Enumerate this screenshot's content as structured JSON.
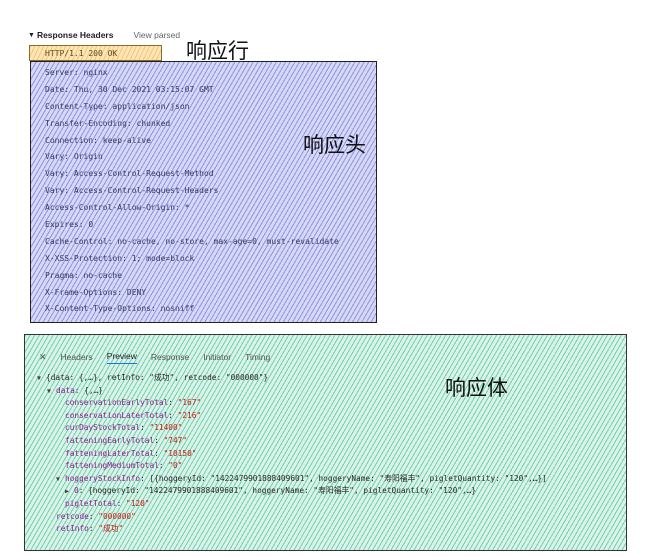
{
  "response_headers": {
    "title": "Response Headers",
    "view_parsed": "View parsed",
    "status_line": "HTTP/1.1 200 OK",
    "lines": [
      "Server: nginx",
      "Date: Thu, 30 Dec 2021 03:15:07 GMT",
      "Content-Type: application/json",
      "Transfer-Encoding: chunked",
      "Connection: keep-alive",
      "Vary: Origin",
      "Vary: Access-Control-Request-Method",
      "Vary: Access-Control-Request-Headers",
      "Access-Control-Allow-Origin: *",
      "Expires: 0",
      "Cache-Control: no-cache, no-store, max-age=0, must-revalidate",
      "X-XSS-Protection: 1; mode=block",
      "Pragma: no-cache",
      "X-Frame-Options: DENY",
      "X-Content-Type-Options: nosniff"
    ]
  },
  "annotations": {
    "status_line": "响应行",
    "headers": "响应头",
    "body": "响应体"
  },
  "preview": {
    "tabs": [
      "Headers",
      "Preview",
      "Response",
      "Initiator",
      "Timing"
    ],
    "json": {
      "root": "{data: {,…}, retInfo: \"成功\", retcode: \"000000\"}",
      "data_key": "data",
      "data_val": "{,…}",
      "fields": [
        {
          "key": "conservationEarlyTotal",
          "value": "\"167\""
        },
        {
          "key": "conservationLaterTotal",
          "value": "\"216\""
        },
        {
          "key": "curDayStockTotal",
          "value": "\"11400\""
        },
        {
          "key": "fatteningEarlyTotal",
          "value": "\"747\""
        },
        {
          "key": "fatteningLaterTotal",
          "value": "\"10150\""
        },
        {
          "key": "fatteningMediumTotal",
          "value": "\"0\""
        }
      ],
      "stock_key": "hoggeryStockInfo",
      "stock_val": "[{hoggeryId: \"1422479901888409601\", hoggeryName: \"寿阳福丰\", pigletQuantity: \"120\",…}]",
      "item0_key": "0",
      "item0_val": "{hoggeryId: \"1422479901888409601\", hoggeryName: \"寿阳福丰\", pigletQuantity: \"120\",…}",
      "piglet_key": "pigletTotal",
      "piglet_val": "\"120\"",
      "retcode_key": "retcode",
      "retcode_val": "\"000000\"",
      "retinfo_key": "retInfo",
      "retinfo_val": "\"成功\""
    }
  }
}
